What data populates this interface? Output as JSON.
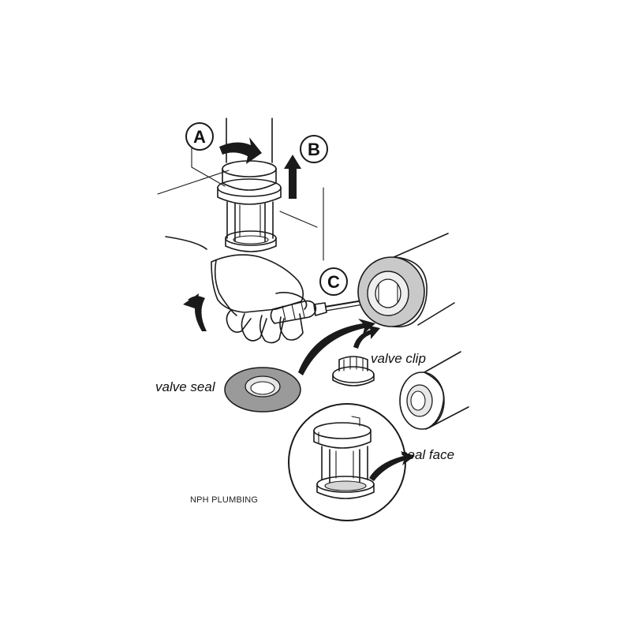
{
  "callouts": {
    "a": "A",
    "b": "B",
    "c": "C"
  },
  "labels": {
    "valve_clip": "valve clip",
    "valve_seal": "valve seal",
    "seal_face": "seal face"
  },
  "credit": "NPH PLUMBING",
  "colors": {
    "ink": "#1a1a1a",
    "seal_grey": "#9a9a9a",
    "light_grey": "#d6d6d6",
    "mid_grey": "#bdbdbd"
  },
  "icons": {
    "rotate_arrow": "curved-arrow-right",
    "lift_arrow": "arrow-up",
    "tool": "screwdriver"
  }
}
